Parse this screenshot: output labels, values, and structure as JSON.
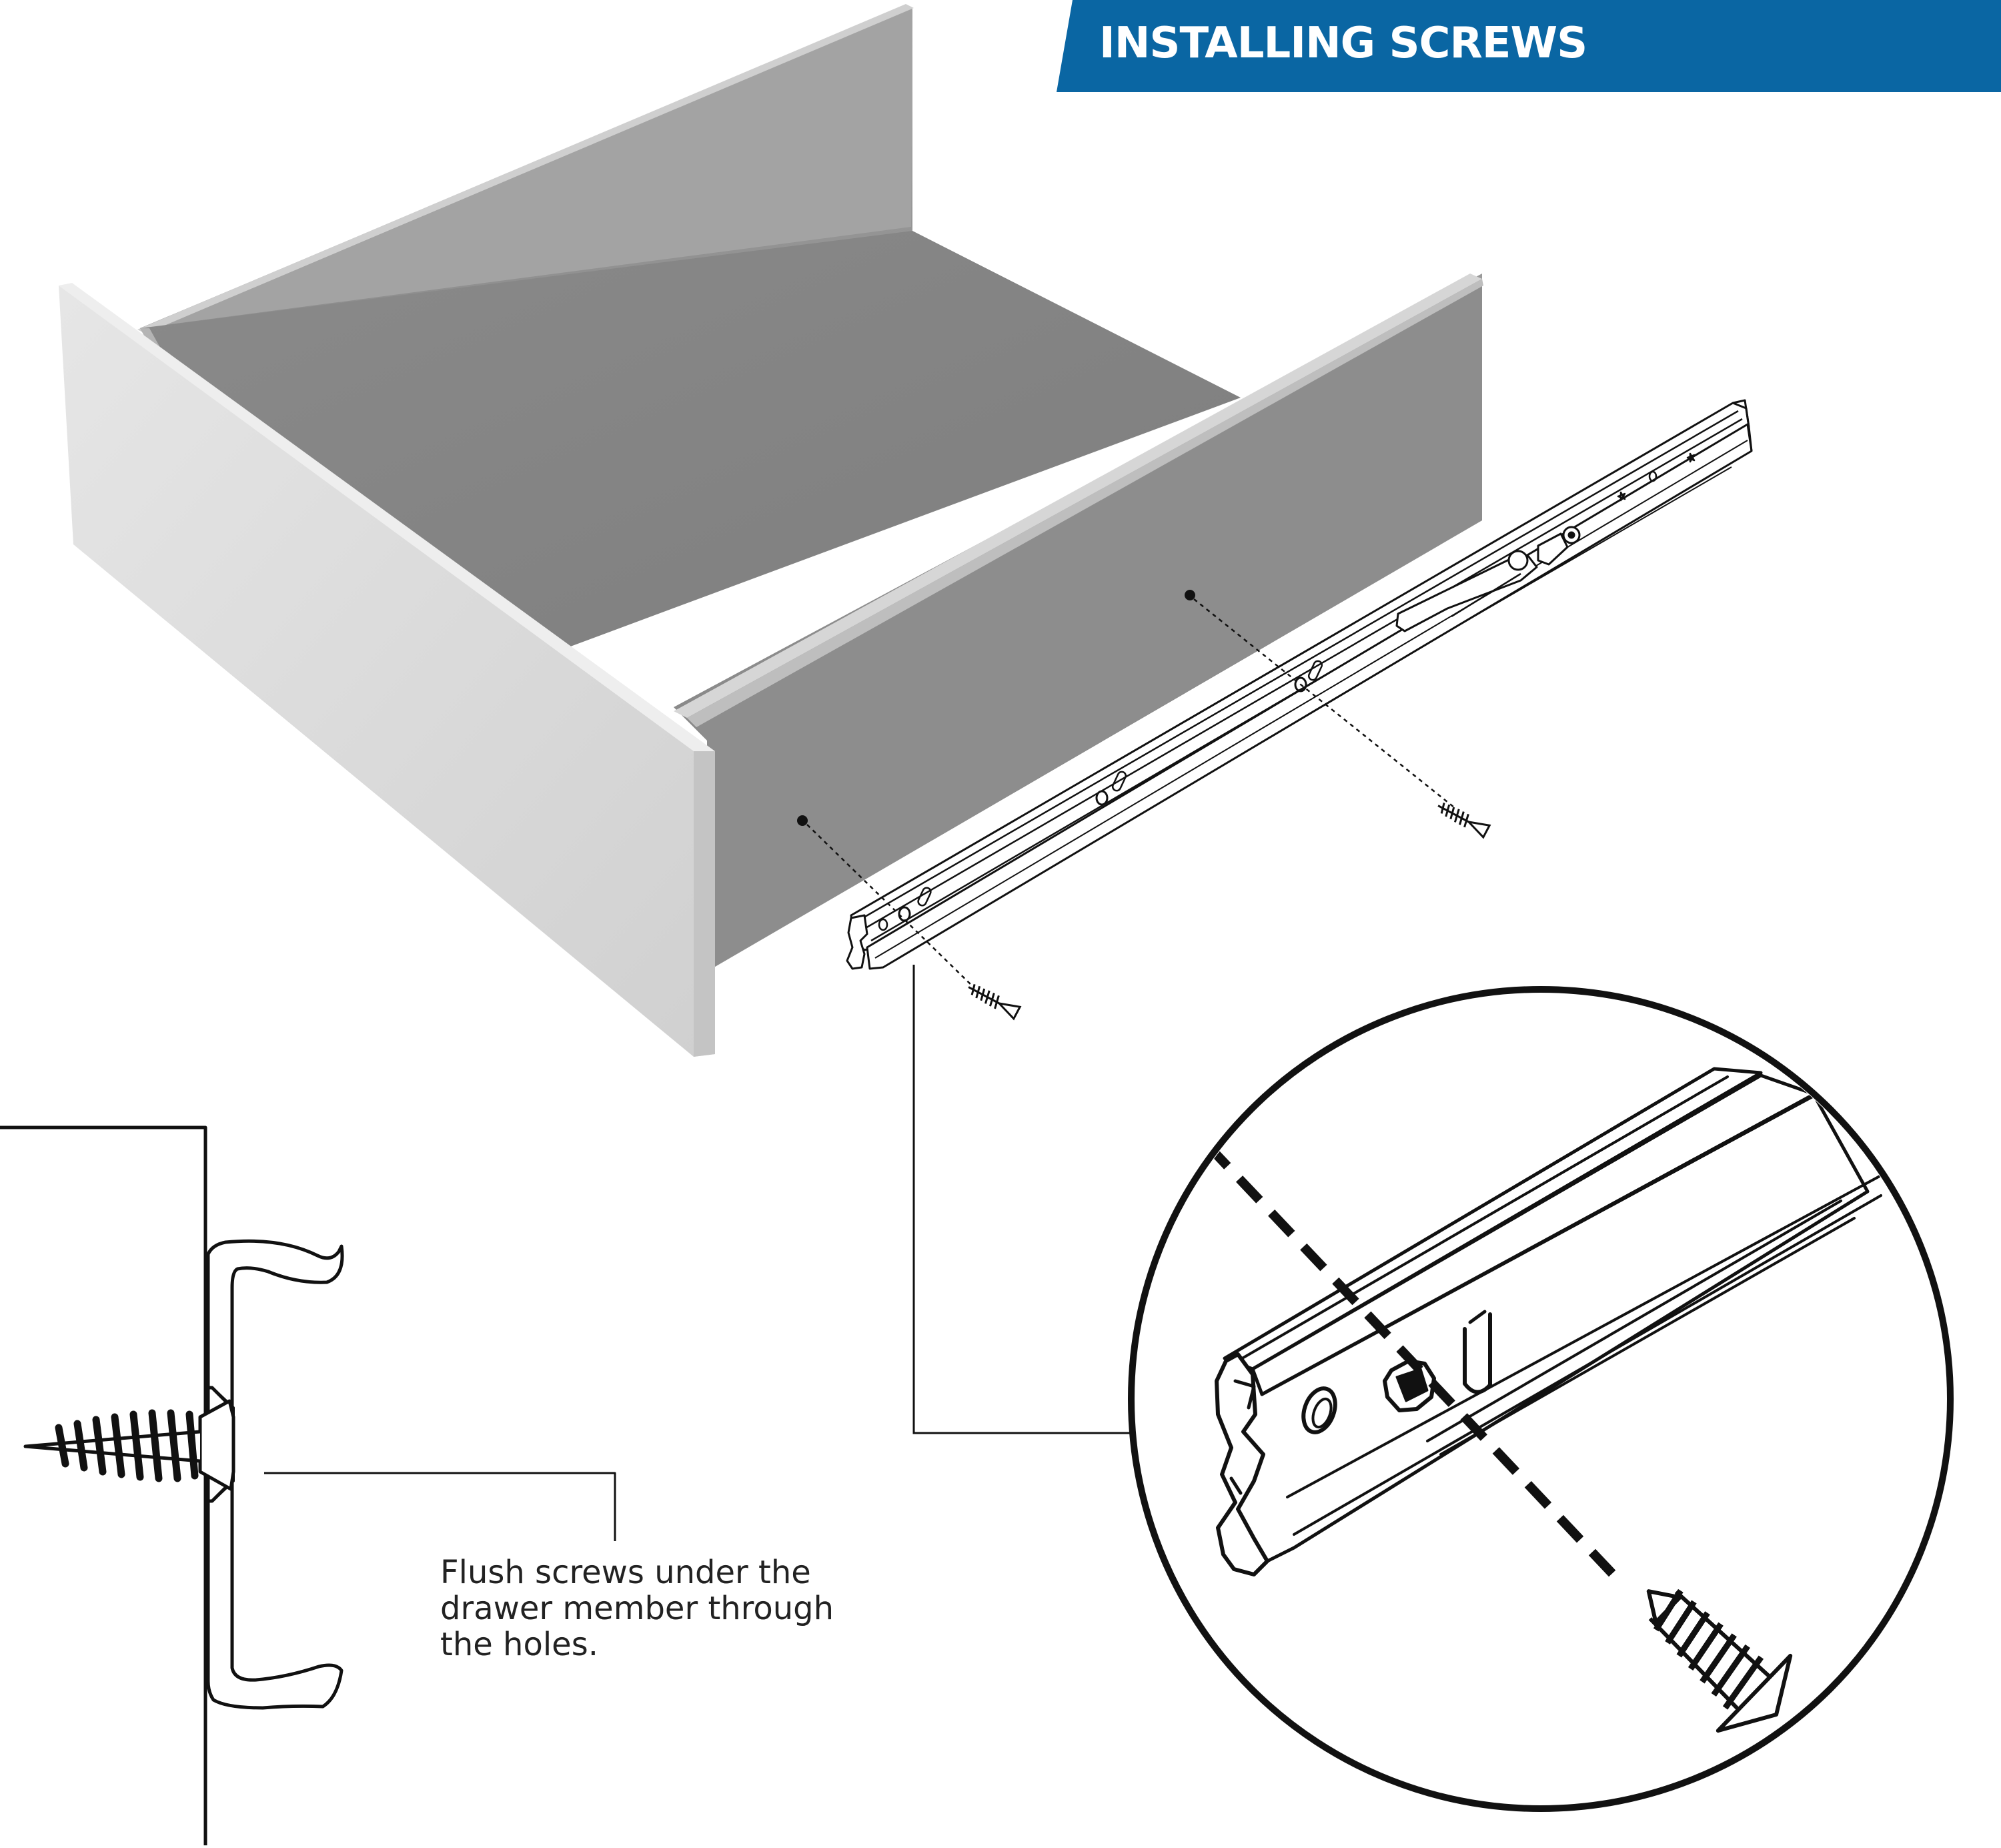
{
  "header": {
    "title": "INSTALLING SCREWS"
  },
  "callout": {
    "lines": [
      "Flush screws under the",
      "drawer member through",
      "the holes."
    ]
  },
  "colors": {
    "banner": "#0a66a3",
    "drawer_front": "#dcdcdc",
    "drawer_interior": "#8a8a8a",
    "line": "#111111"
  },
  "icons": [
    "screw-icon",
    "drawer-slide-rail",
    "magnifier-circle"
  ]
}
